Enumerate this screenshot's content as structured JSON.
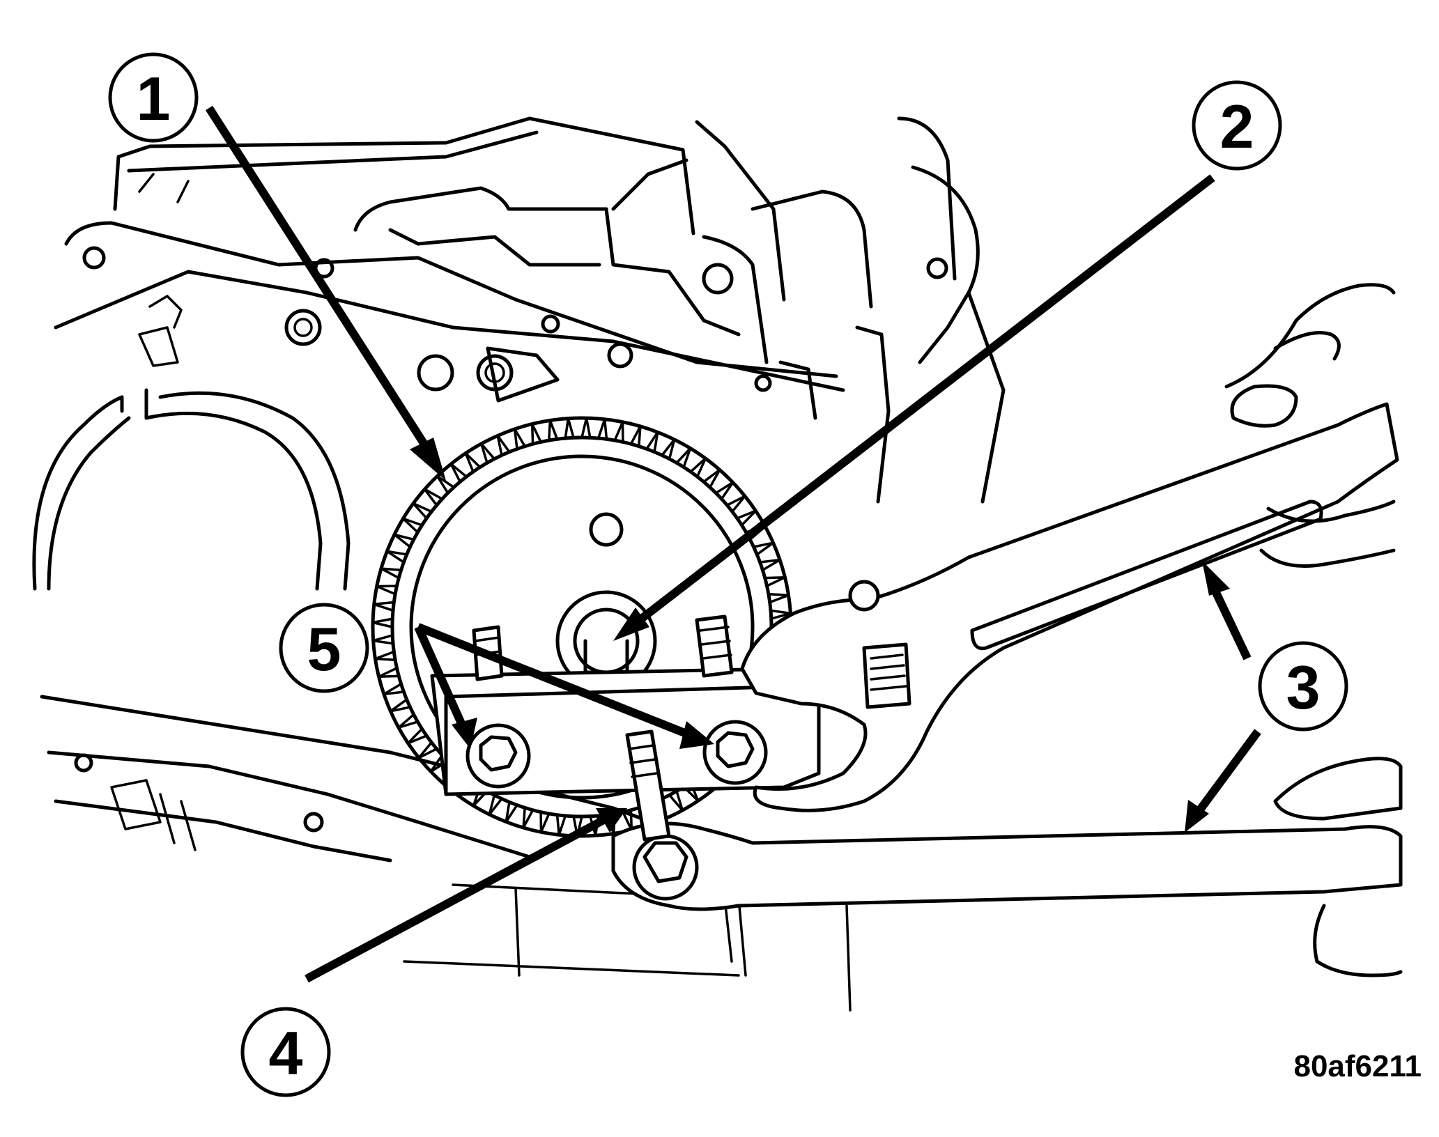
{
  "figure_code": "80af6211",
  "callouts": [
    {
      "id": "1",
      "label": "1"
    },
    {
      "id": "2",
      "label": "2"
    },
    {
      "id": "3",
      "label": "3"
    },
    {
      "id": "4",
      "label": "4"
    },
    {
      "id": "5",
      "label": "5"
    }
  ],
  "colors": {
    "ink": "#000000",
    "paper": "#ffffff"
  }
}
